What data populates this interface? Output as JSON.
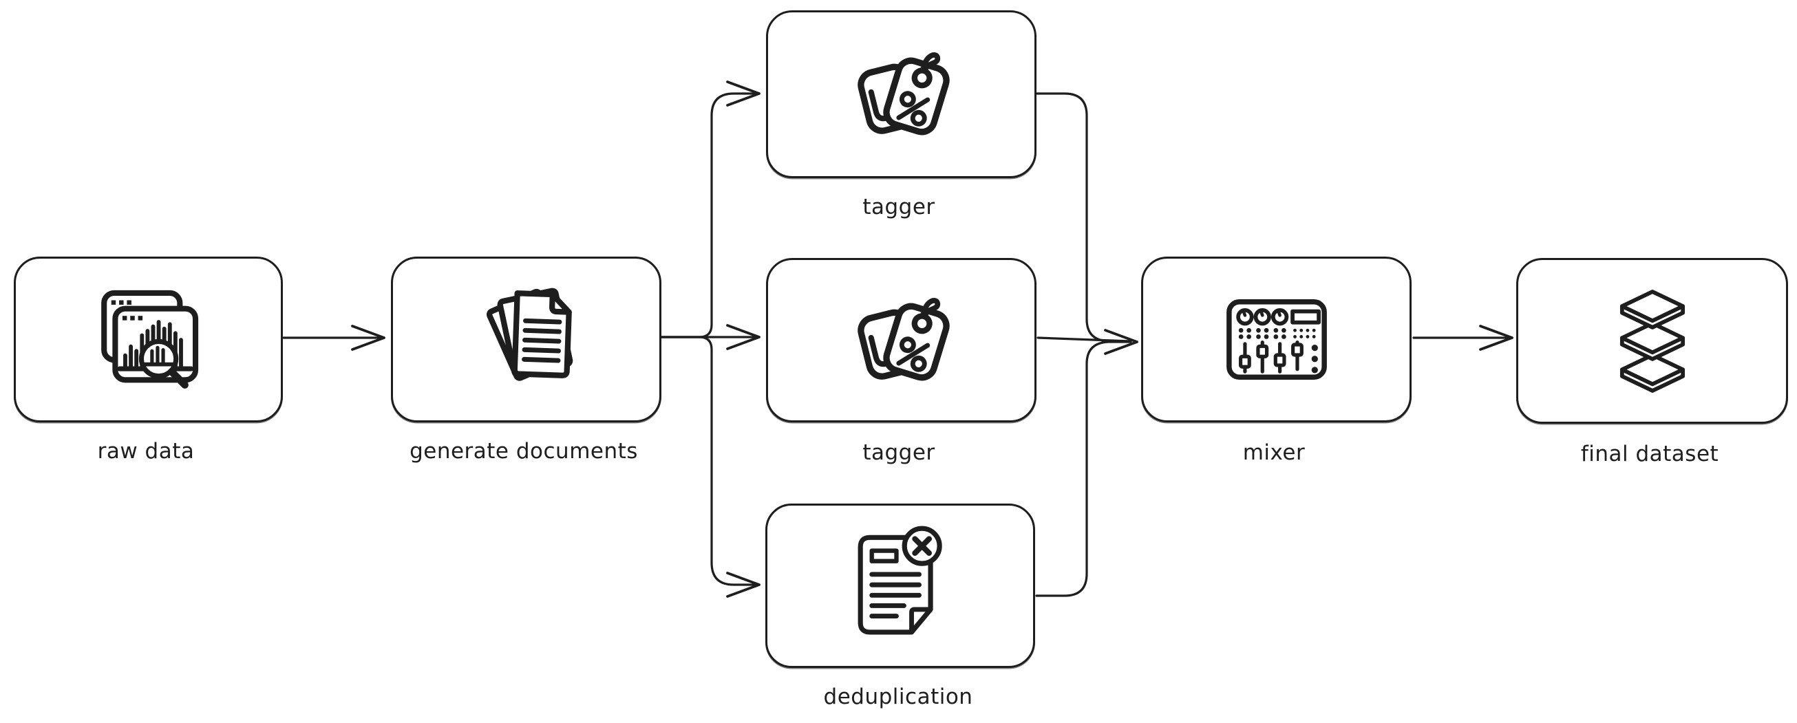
{
  "canvas": {
    "background": "#ffffff",
    "stroke_color": "#1e1e1e",
    "style": "hand-drawn flowchart"
  },
  "diagram": {
    "nodes": [
      {
        "id": "raw-data",
        "label": "raw data",
        "icon": "chart-magnifier-icon"
      },
      {
        "id": "generate-documents",
        "label": "generate documents",
        "icon": "documents-stack-icon"
      },
      {
        "id": "tagger-top",
        "label": "tagger",
        "icon": "price-tags-icon"
      },
      {
        "id": "tagger-middle",
        "label": "tagger",
        "icon": "price-tags-icon"
      },
      {
        "id": "deduplication",
        "label": "deduplication",
        "icon": "document-delete-icon"
      },
      {
        "id": "mixer",
        "label": "mixer",
        "icon": "mixing-console-icon"
      },
      {
        "id": "final-dataset",
        "label": "final dataset",
        "icon": "layers-stack-icon"
      }
    ],
    "edges": [
      {
        "from": "raw-data",
        "to": "generate-documents"
      },
      {
        "from": "generate-documents",
        "to": "tagger-top"
      },
      {
        "from": "generate-documents",
        "to": "tagger-middle"
      },
      {
        "from": "generate-documents",
        "to": "deduplication"
      },
      {
        "from": "tagger-top",
        "to": "mixer"
      },
      {
        "from": "tagger-middle",
        "to": "mixer"
      },
      {
        "from": "deduplication",
        "to": "mixer"
      },
      {
        "from": "mixer",
        "to": "final-dataset"
      }
    ]
  }
}
